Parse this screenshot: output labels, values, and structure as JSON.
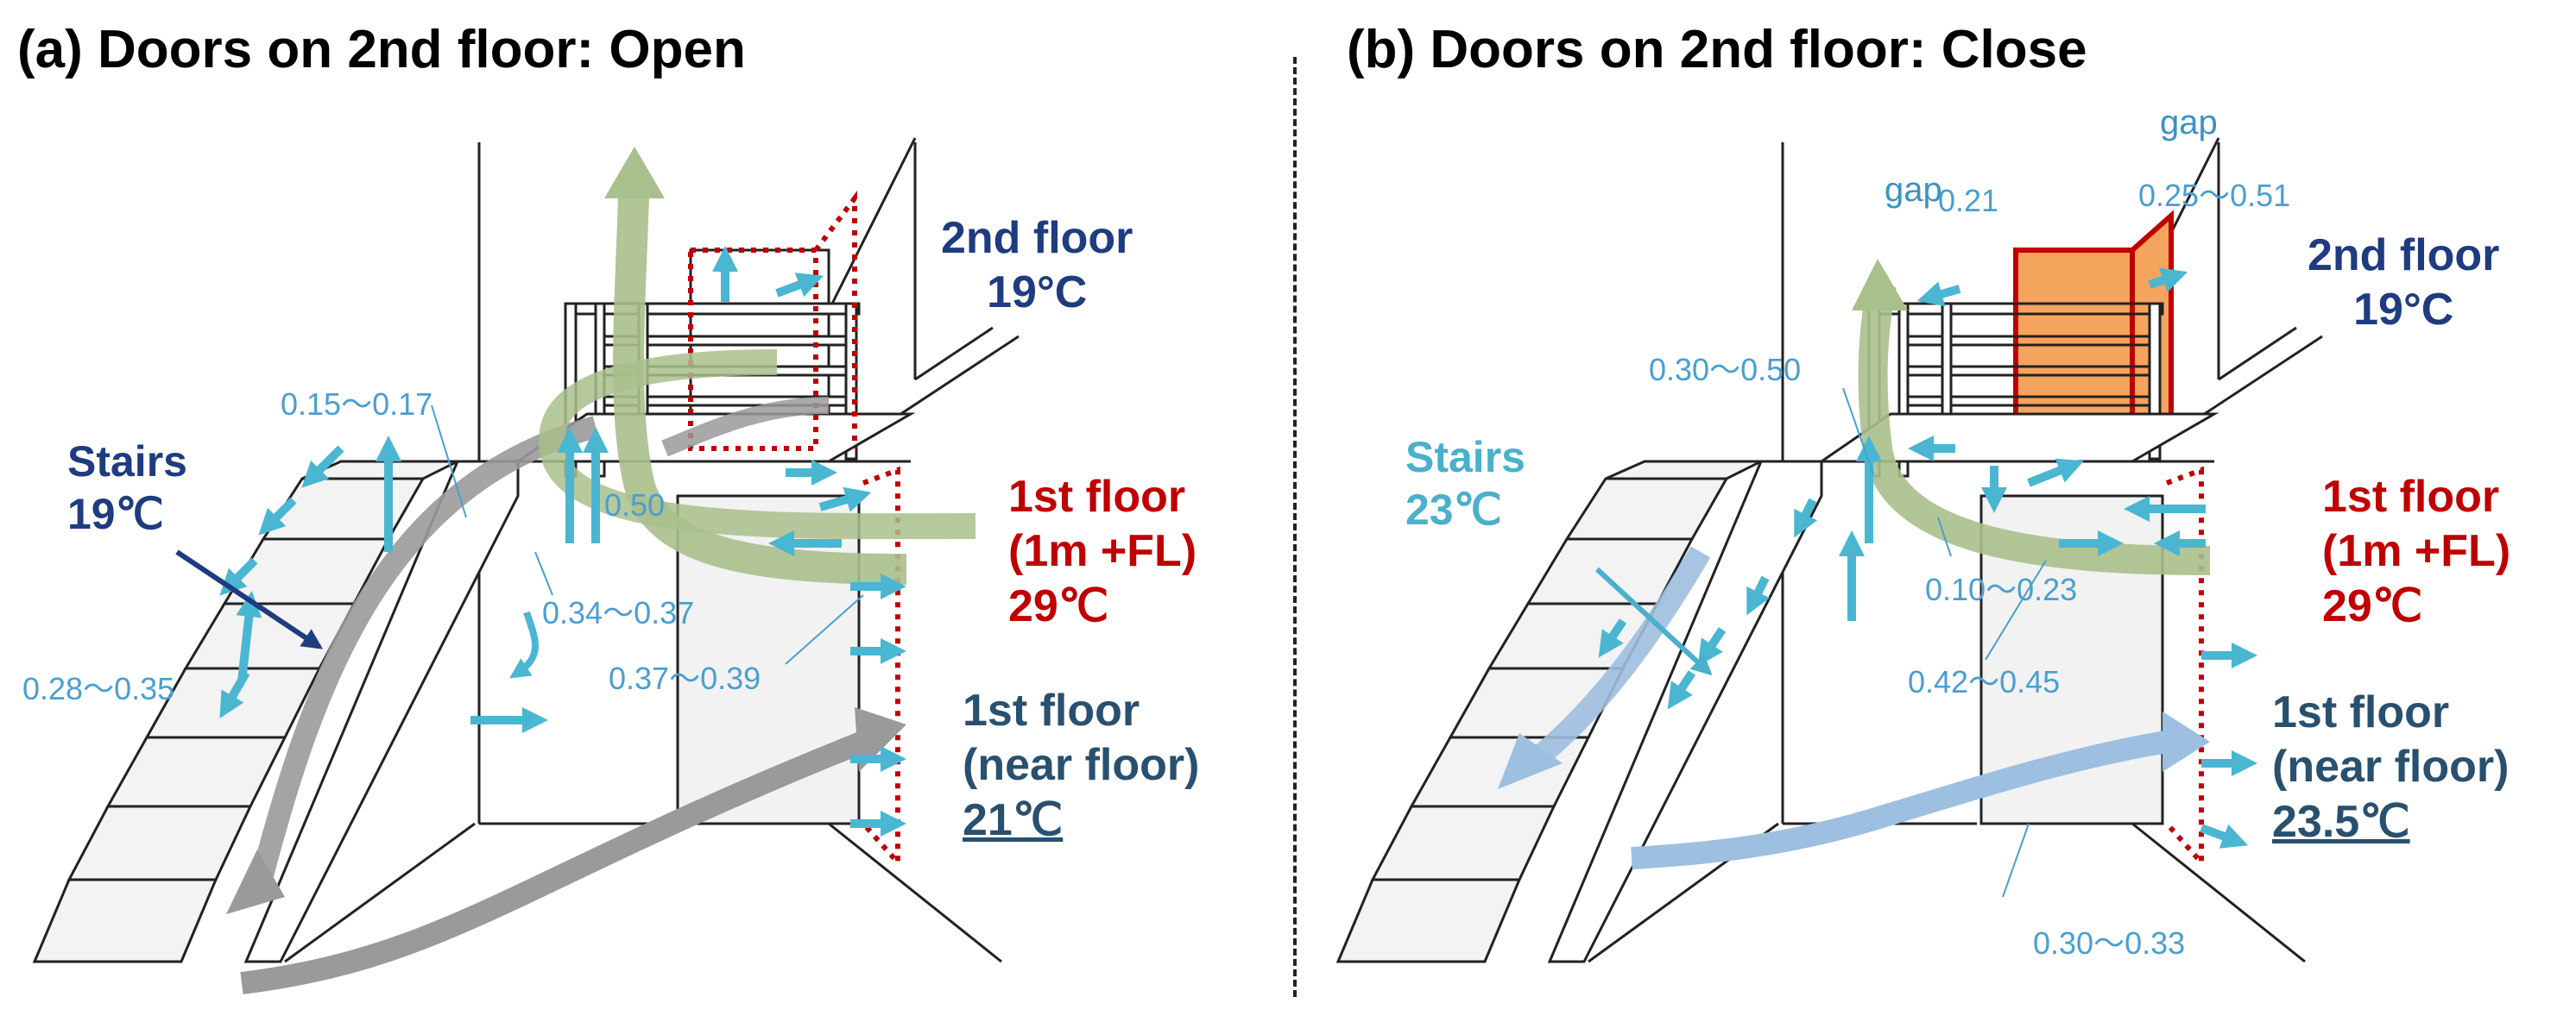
{
  "panel_a": {
    "title": "(a) Doors on 2nd floor: Open",
    "second_floor": {
      "name": "2nd floor",
      "temp": "19°C"
    },
    "stairs": {
      "name": "Stairs",
      "temp": "19℃"
    },
    "first_floor_high": {
      "name": "1st floor",
      "height": "(1m +FL)",
      "temp": "29℃"
    },
    "first_floor_low": {
      "name": "1st floor",
      "height": "(near floor)",
      "temp": "21℃"
    },
    "velocities": [
      "0.15～0.17",
      "0.50",
      "0.34～0.37",
      "0.37～0.39",
      "0.28～0.35"
    ]
  },
  "panel_b": {
    "title": "(b) Doors on 2nd floor: Close",
    "gap_label_left": "gap",
    "gap_value_left": "0.21",
    "gap_label_right": "gap",
    "gap_value_right": "0.25～0.51",
    "second_floor": {
      "name": "2nd floor",
      "temp": "19°C"
    },
    "stairs": {
      "name": "Stairs",
      "temp": "23℃"
    },
    "first_floor_high": {
      "name": "1st floor",
      "height": "(1m +FL)",
      "temp": "29℃"
    },
    "first_floor_low": {
      "name": "1st floor",
      "height": "(near floor)",
      "temp": "23.5℃"
    },
    "velocities": [
      "0.30～0.50",
      "0.10～0.23",
      "0.42～0.45",
      "0.30～0.33"
    ]
  },
  "colors": {
    "flow_green": "#a9bf8c",
    "flow_gray": "#9a9a9a",
    "flow_blue": "#9dbfe0",
    "arrow_cyan": "#4ab6d2",
    "door_orange": "#f5a45d",
    "door_outline": "#c00000",
    "label_dark_blue": "#1f3c80",
    "label_red": "#c00000",
    "label_teal": "#29506e",
    "value_blue": "#4a9fd0"
  }
}
